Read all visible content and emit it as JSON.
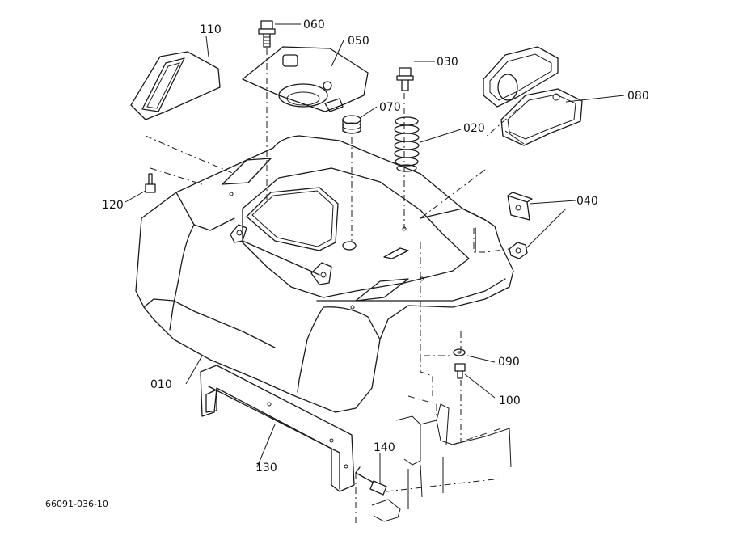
{
  "callouts": [
    {
      "id": "p010",
      "label": "010"
    },
    {
      "id": "p020",
      "label": "020"
    },
    {
      "id": "p030",
      "label": "030"
    },
    {
      "id": "p040",
      "label": "040"
    },
    {
      "id": "p050",
      "label": "050"
    },
    {
      "id": "p060",
      "label": "060"
    },
    {
      "id": "p070",
      "label": "070"
    },
    {
      "id": "p080",
      "label": "080"
    },
    {
      "id": "p090",
      "label": "090"
    },
    {
      "id": "p100",
      "label": "100"
    },
    {
      "id": "p110",
      "label": "110"
    },
    {
      "id": "p120",
      "label": "120"
    },
    {
      "id": "p130",
      "label": "130"
    },
    {
      "id": "p140",
      "label": "140"
    }
  ],
  "drawing_code": "66091-036-10"
}
